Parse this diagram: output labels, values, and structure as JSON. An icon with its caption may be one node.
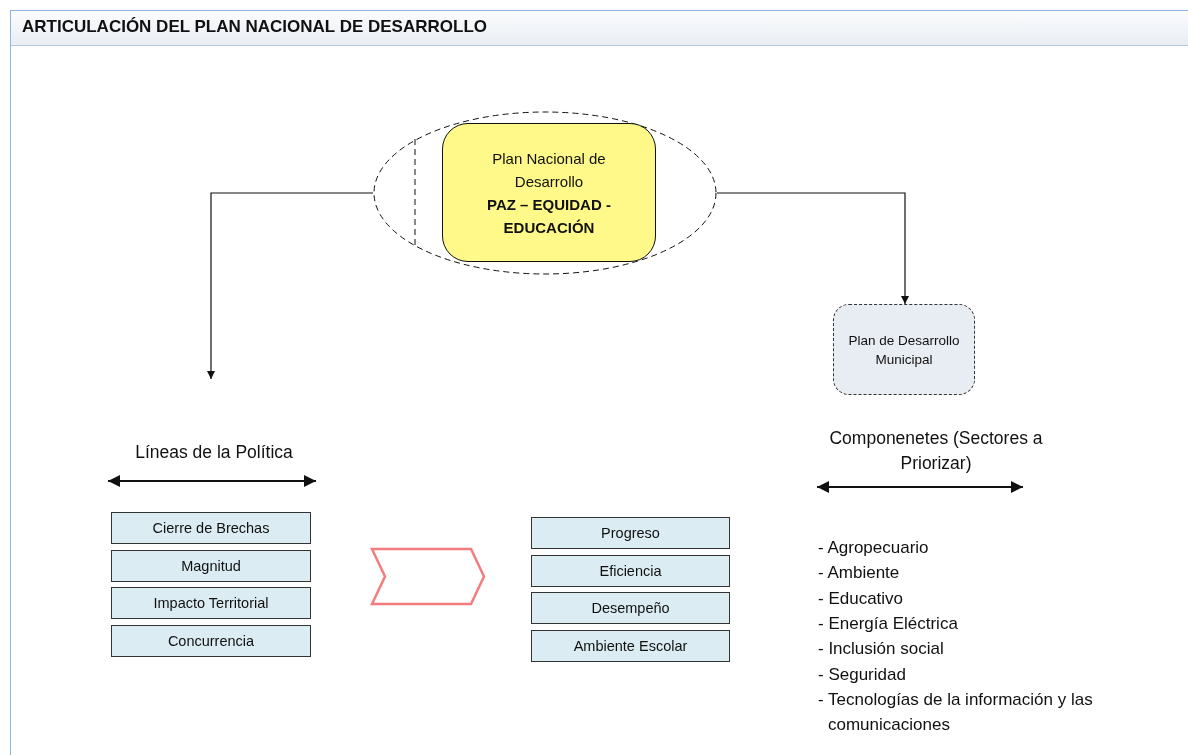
{
  "diagram": {
    "title": "ARTICULACIÓN DEL PLAN NACIONAL DE DESARROLLO",
    "nodes": [
      {
        "text": [],
        "shape": "ellipse"
      },
      {
        "text": [
          "Plan Nacional de Desarrollo",
          "PAZ – EQUIDAD - EDUCACIÓN"
        ],
        "in": 0
      },
      {
        "text": [
          "Plan de Desarrollo Municipal"
        ]
      },
      {
        "text": [
          "Cierre de Brechas"
        ]
      },
      {
        "text": [
          "Magnitud"
        ]
      },
      {
        "text": [
          "Impacto Territorial"
        ]
      },
      {
        "text": [
          "Concurrencia"
        ]
      },
      {
        "text": [],
        "shape": "chevron"
      },
      {
        "text": [
          "Progreso"
        ]
      },
      {
        "text": [
          "Eficiencia"
        ]
      },
      {
        "text": [
          "Desempeño"
        ]
      },
      {
        "text": [
          "Ambiente Escolar"
        ]
      }
    ],
    "edges": [
      {
        "from": 0,
        "to": null,
        "arrow": "to"
      },
      {
        "from": 0,
        "to": 2,
        "arrow": "to"
      }
    ],
    "labels": [
      "Líneas de la Política",
      "Componenetes (Sectores a Priorizar)",
      "- Agropecuario",
      "- Ambiente",
      "- Educativo",
      "- Energía Eléctrica",
      "- Inclusión social",
      "- Seguridad",
      "- Tecnologías de la información y las comunicaciones"
    ]
  }
}
